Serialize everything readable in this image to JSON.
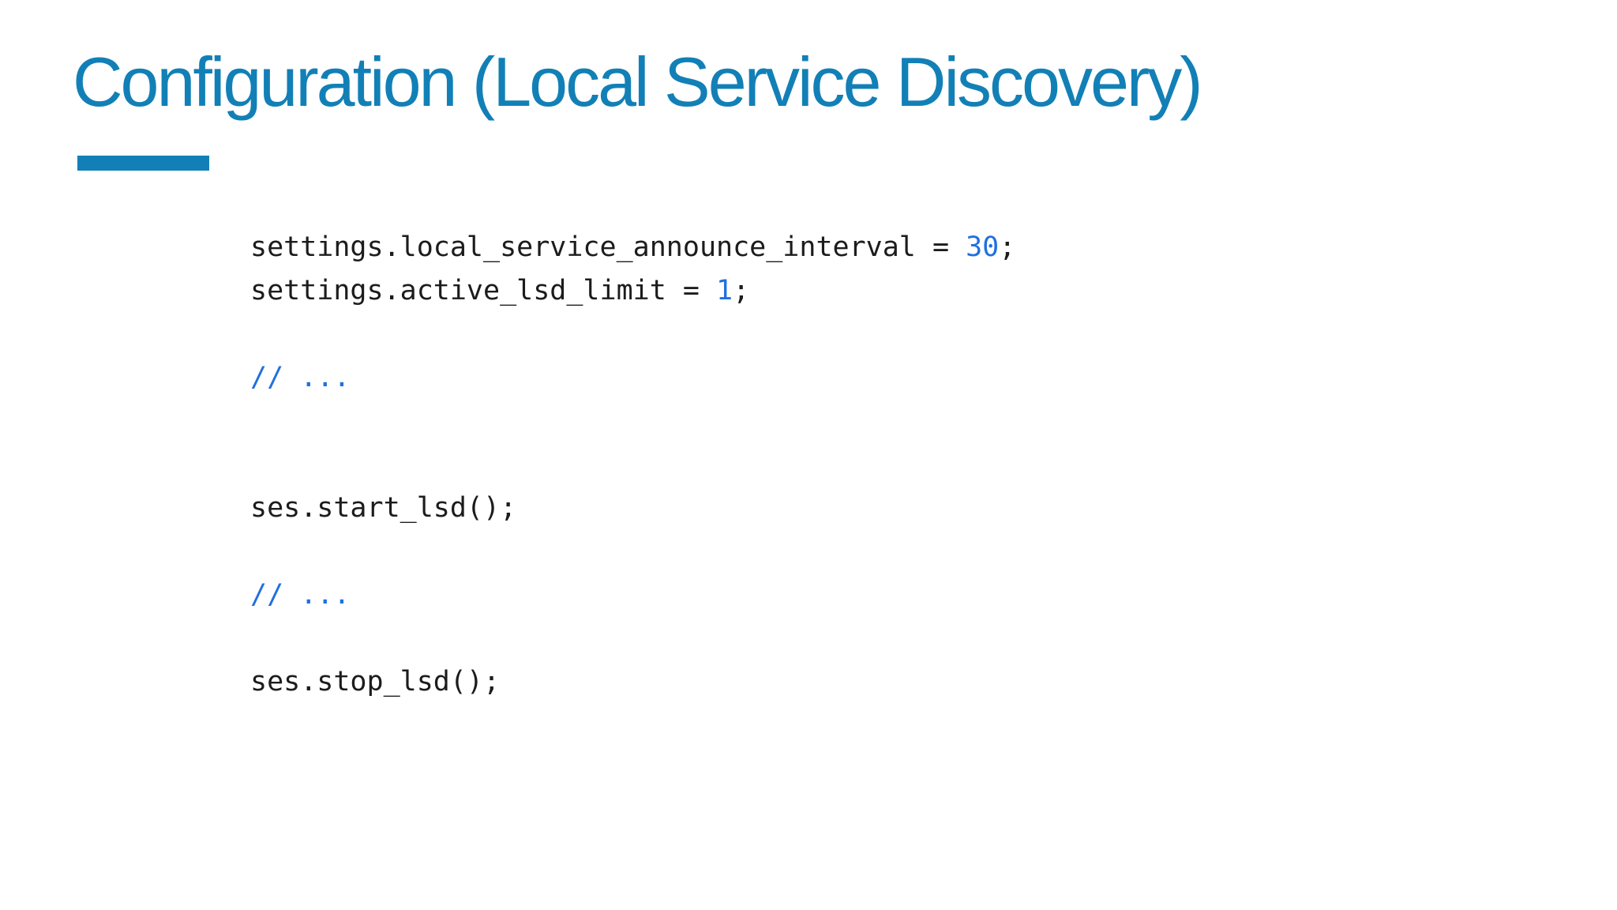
{
  "slide": {
    "title": "Configuration (Local Service Discovery)",
    "colors": {
      "background": "#ffffff",
      "title": "#1280b6",
      "accent_bar": "#1280b6",
      "code_text": "#1c1c1c",
      "code_accent": "#2070e0"
    }
  },
  "code_block": {
    "lines": [
      {
        "segments": [
          {
            "text": "settings.local_service_announce_interval = ",
            "style": "plain"
          },
          {
            "text": "30",
            "style": "accent"
          },
          {
            "text": ";",
            "style": "plain"
          }
        ]
      },
      {
        "segments": [
          {
            "text": "settings.active_lsd_limit = ",
            "style": "plain"
          },
          {
            "text": "1",
            "style": "accent"
          },
          {
            "text": ";",
            "style": "plain"
          }
        ]
      },
      {
        "segments": []
      },
      {
        "segments": [
          {
            "text": "// ...",
            "style": "accent"
          }
        ]
      },
      {
        "segments": []
      },
      {
        "segments": []
      },
      {
        "segments": [
          {
            "text": "ses.start_lsd();",
            "style": "plain"
          }
        ]
      },
      {
        "segments": []
      },
      {
        "segments": [
          {
            "text": "// ...",
            "style": "accent"
          }
        ]
      },
      {
        "segments": []
      },
      {
        "segments": [
          {
            "text": "ses.stop_lsd();",
            "style": "plain"
          }
        ]
      }
    ]
  }
}
